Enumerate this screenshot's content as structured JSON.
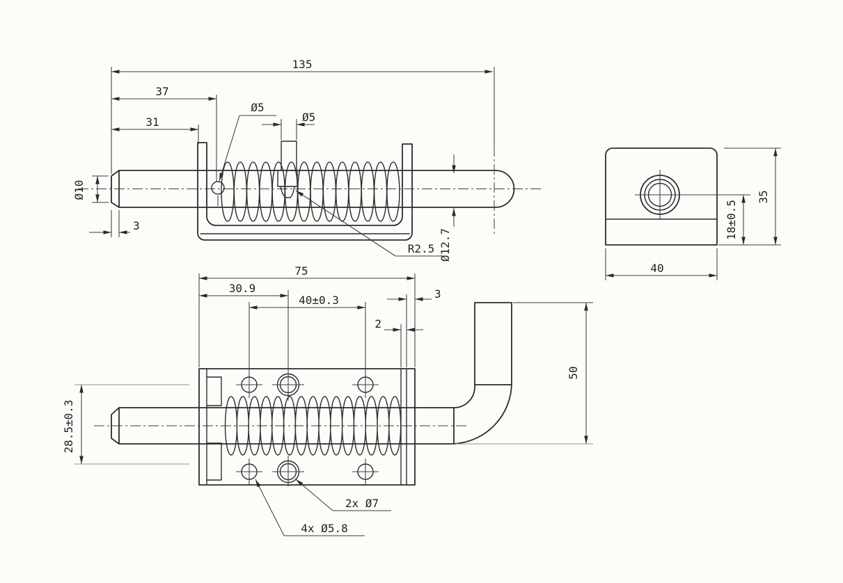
{
  "views": {
    "side": {
      "dims": {
        "len135": "135",
        "len37": "37",
        "len31": "31",
        "hole_dia": "Ø5",
        "stem_dia": "Ø5",
        "tip_dia": "Ø10",
        "chamfer3": "3",
        "neck_r": "R2.5",
        "shaft_dia": "Ø12.7"
      }
    },
    "end": {
      "dims": {
        "width40": "40",
        "height35": "35",
        "hole_h": "18±0.5"
      }
    },
    "plan": {
      "dims": {
        "len75": "75",
        "off309": "30.9",
        "pitch40": "40±0.3",
        "wall3": "3",
        "gap2": "2",
        "width285": "28.5±0.3",
        "hook50": "50",
        "holes_big": "2x Ø7",
        "holes_small": "4x Ø5.8"
      }
    }
  },
  "colors": {
    "ink": "#2b2b2e",
    "paper": "#fcfcf9"
  }
}
